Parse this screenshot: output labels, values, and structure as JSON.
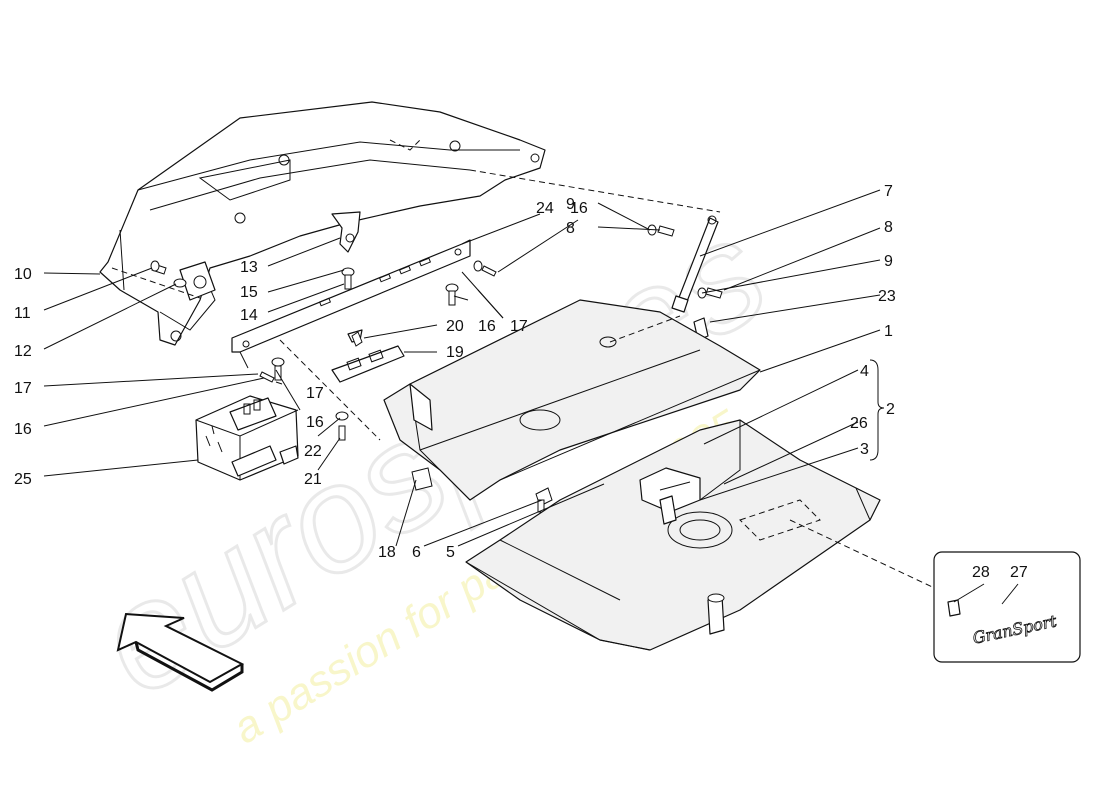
{
  "watermark": {
    "brand": "eurospares",
    "tagline": "a passion for parts since 1985"
  },
  "inset": {
    "badge_script": "GranSport"
  },
  "callouts": [
    {
      "id": "c1",
      "text": "1"
    },
    {
      "id": "c2",
      "text": "2"
    },
    {
      "id": "c3",
      "text": "3"
    },
    {
      "id": "c4",
      "text": "4"
    },
    {
      "id": "c5",
      "text": "5"
    },
    {
      "id": "c6",
      "text": "6"
    },
    {
      "id": "c7",
      "text": "7"
    },
    {
      "id": "c8a",
      "text": "8"
    },
    {
      "id": "c8b",
      "text": "8"
    },
    {
      "id": "c9a",
      "text": "9"
    },
    {
      "id": "c9b",
      "text": "9"
    },
    {
      "id": "c10",
      "text": "10"
    },
    {
      "id": "c11",
      "text": "11"
    },
    {
      "id": "c12",
      "text": "12"
    },
    {
      "id": "c13",
      "text": "13"
    },
    {
      "id": "c14",
      "text": "14"
    },
    {
      "id": "c15",
      "text": "15"
    },
    {
      "id": "c16a",
      "text": "16"
    },
    {
      "id": "c16b",
      "text": "16"
    },
    {
      "id": "c16c",
      "text": "16"
    },
    {
      "id": "c16d",
      "text": "16"
    },
    {
      "id": "c17a",
      "text": "17"
    },
    {
      "id": "c17b",
      "text": "17"
    },
    {
      "id": "c17c",
      "text": "17"
    },
    {
      "id": "c18",
      "text": "18"
    },
    {
      "id": "c19",
      "text": "19"
    },
    {
      "id": "c20",
      "text": "20"
    },
    {
      "id": "c21",
      "text": "21"
    },
    {
      "id": "c22",
      "text": "22"
    },
    {
      "id": "c23",
      "text": "23"
    },
    {
      "id": "c24",
      "text": "24"
    },
    {
      "id": "c25",
      "text": "25"
    },
    {
      "id": "c26",
      "text": "26"
    },
    {
      "id": "c27",
      "text": "27"
    },
    {
      "id": "c28",
      "text": "28"
    }
  ]
}
